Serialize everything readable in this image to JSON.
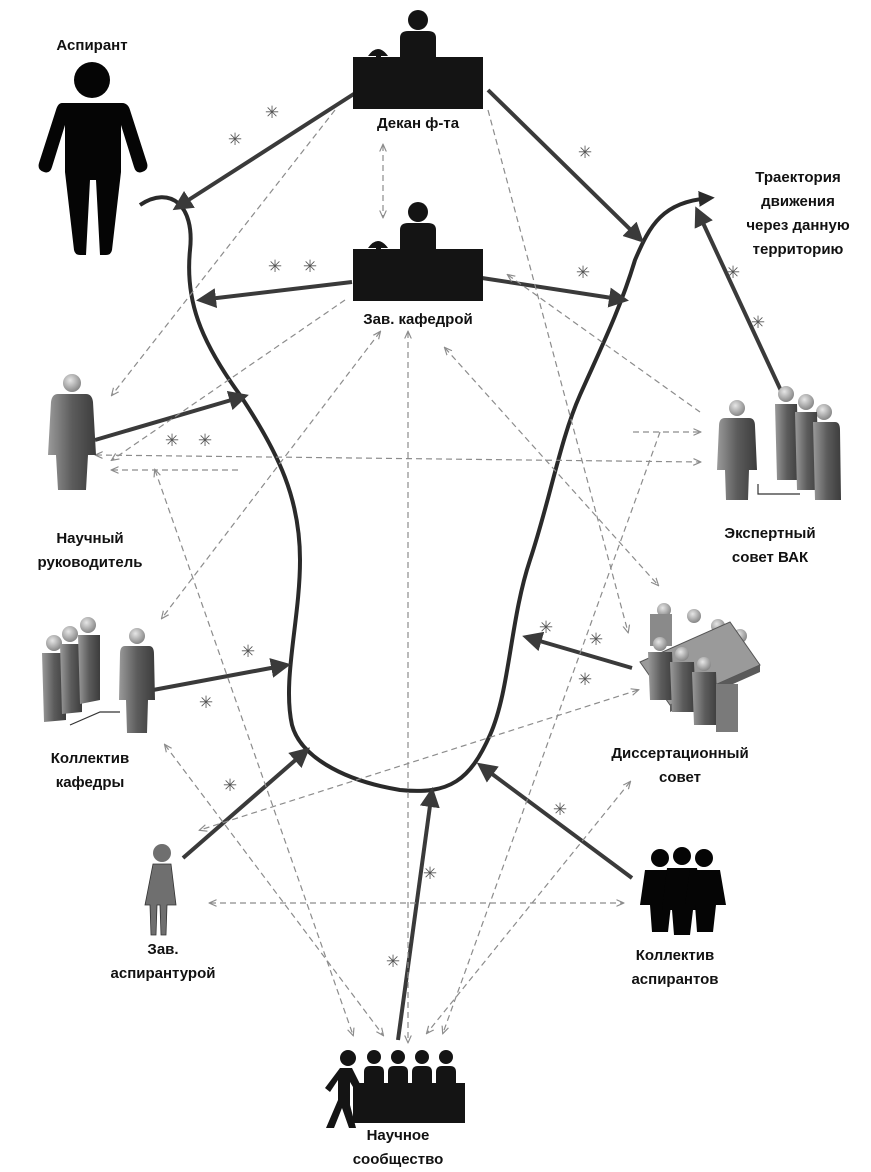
{
  "colors": {
    "figure": "#050505",
    "figure_gray": "#6f6f6f",
    "desk": "#141414",
    "path_stroke": "#2a2a2a",
    "arrow_solid": "#3a3a3a",
    "arrow_dashed": "#8c8c8c",
    "asterisk": "#555555",
    "text": "#111111"
  },
  "icons": {
    "graduate_student": "person-silhouette-icon",
    "dean": "desk-official-icon",
    "department_head": "desk-official-icon",
    "supervisor": "gray-person-icon",
    "department_staff": "group-of-people-icon",
    "grad_school_head": "woman-figure-icon",
    "scientific_community": "panel-at-table-icon",
    "student_collective": "crowd-silhouette-icon",
    "dissertation_council": "meeting-table-icon",
    "vak_expert_council": "expert-group-icon"
  },
  "labels": {
    "graduate_student": "Аспирант",
    "dean": "Декан ф-та",
    "department_head": "Зав. кафедрой",
    "trajectory": [
      "Траектория",
      "движения",
      "через данную",
      "территорию"
    ],
    "supervisor": [
      "Научный",
      "руководитель"
    ],
    "vak_council": [
      "Экспертный",
      "совет ВАК"
    ],
    "department_staff": [
      "Коллектив",
      "кафедры"
    ],
    "dissertation_council": [
      "Диссертационный",
      "совет"
    ],
    "grad_school_head": [
      "Зав.",
      "аспирантурой"
    ],
    "student_collective": [
      "Коллектив",
      "аспирантов"
    ],
    "scientific_community": [
      "Научное",
      "сообщество"
    ]
  },
  "relation_marker": "✳"
}
